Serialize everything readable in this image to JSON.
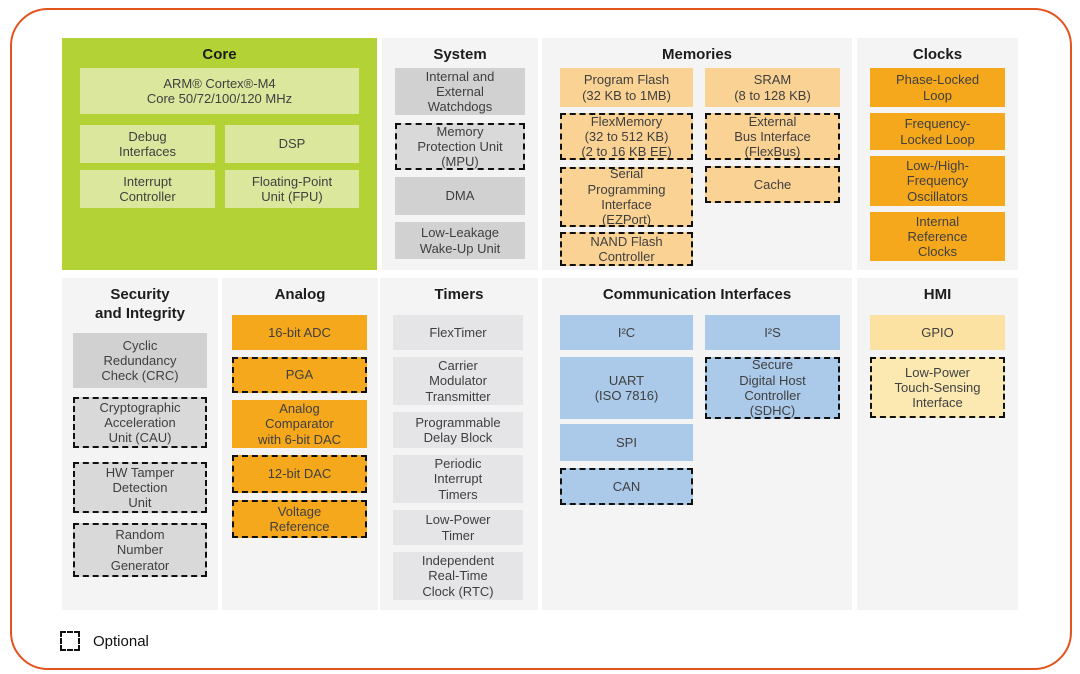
{
  "legend": {
    "label": "Optional",
    "meaning_icon": "optional-dashed-box-icon"
  },
  "colors": {
    "frame_border": "#E2531D",
    "core_green": "#B2D235",
    "core_block_green": "#DAE79D",
    "system_gray": "#D1D1D2",
    "timers_gray": "#E5E5E7",
    "clocks_analog_orange": "#F6A81C",
    "memories_tan": "#FAD394",
    "comm_blue": "#ABC9E9",
    "hmi_yellow": "#FBE2A2",
    "panel_bg": "#F4F4F5",
    "dashed_border": "#101010"
  },
  "sections": {
    "core": {
      "title": "Core",
      "blocks": [
        {
          "label": "ARM® Cortex®-M4\nCore 50/72/100/120 MHz",
          "optional": false
        },
        {
          "label": "Debug\nInterfaces",
          "optional": false
        },
        {
          "label": "DSP",
          "optional": false
        },
        {
          "label": "Interrupt\nController",
          "optional": false
        },
        {
          "label": "Floating-Point\nUnit (FPU)",
          "optional": false
        }
      ]
    },
    "system": {
      "title": "System",
      "blocks": [
        {
          "label": "Internal and\nExternal\nWatchdogs",
          "optional": false
        },
        {
          "label": "Memory\nProtection Unit\n(MPU)",
          "optional": true
        },
        {
          "label": "DMA",
          "optional": false
        },
        {
          "label": "Low-Leakage\nWake-Up Unit",
          "optional": false
        }
      ]
    },
    "memories": {
      "title": "Memories",
      "blocks": [
        {
          "label": "Program Flash\n(32 KB to 1MB)",
          "optional": false
        },
        {
          "label": "FlexMemory\n(32 to 512 KB)\n(2 to 16 KB EE)",
          "optional": true
        },
        {
          "label": "Serial\nProgramming\nInterface\n(EZPort)",
          "optional": true
        },
        {
          "label": "NAND Flash\nController",
          "optional": true
        },
        {
          "label": "SRAM\n(8 to 128 KB)",
          "optional": false
        },
        {
          "label": "External\nBus Interface\n(FlexBus)",
          "optional": true
        },
        {
          "label": "Cache",
          "optional": true
        }
      ]
    },
    "clocks": {
      "title": "Clocks",
      "blocks": [
        {
          "label": "Phase-Locked\nLoop",
          "optional": false
        },
        {
          "label": "Frequency-\nLocked Loop",
          "optional": false
        },
        {
          "label": "Low-/High-\nFrequency\nOscillators",
          "optional": false
        },
        {
          "label": "Internal\nReference\nClocks",
          "optional": false
        }
      ]
    },
    "security": {
      "title": "Security\nand Integrity",
      "blocks": [
        {
          "label": "Cyclic\nRedundancy\nCheck (CRC)",
          "optional": false
        },
        {
          "label": "Cryptographic\nAcceleration\nUnit (CAU)",
          "optional": true
        },
        {
          "label": "HW Tamper\nDetection\nUnit",
          "optional": true
        },
        {
          "label": "Random\nNumber\nGenerator",
          "optional": true
        }
      ]
    },
    "analog": {
      "title": "Analog",
      "blocks": [
        {
          "label": "16-bit ADC",
          "optional": false
        },
        {
          "label": "PGA",
          "optional": true
        },
        {
          "label": "Analog\nComparator\nwith 6-bit DAC",
          "optional": false
        },
        {
          "label": "12-bit DAC",
          "optional": true
        },
        {
          "label": "Voltage\nReference",
          "optional": true
        }
      ]
    },
    "timers": {
      "title": "Timers",
      "blocks": [
        {
          "label": "FlexTimer",
          "optional": false
        },
        {
          "label": "Carrier\nModulator\nTransmitter",
          "optional": false
        },
        {
          "label": "Programmable\nDelay Block",
          "optional": false
        },
        {
          "label": "Periodic\nInterrupt\nTimers",
          "optional": false
        },
        {
          "label": "Low-Power\nTimer",
          "optional": false
        },
        {
          "label": "Independent\nReal-Time\nClock (RTC)",
          "optional": false
        }
      ]
    },
    "comm": {
      "title": "Communication Interfaces",
      "blocks": [
        {
          "label": "I²C",
          "optional": false
        },
        {
          "label": "UART\n(ISO 7816)",
          "optional": false
        },
        {
          "label": "SPI",
          "optional": false
        },
        {
          "label": "CAN",
          "optional": true
        },
        {
          "label": "I²S",
          "optional": false
        },
        {
          "label": "Secure\nDigital Host\nController\n(SDHC)",
          "optional": true
        }
      ]
    },
    "hmi": {
      "title": "HMI",
      "blocks": [
        {
          "label": "GPIO",
          "optional": false
        },
        {
          "label": "Low-Power\nTouch-Sensing\nInterface",
          "optional": true
        }
      ]
    }
  }
}
